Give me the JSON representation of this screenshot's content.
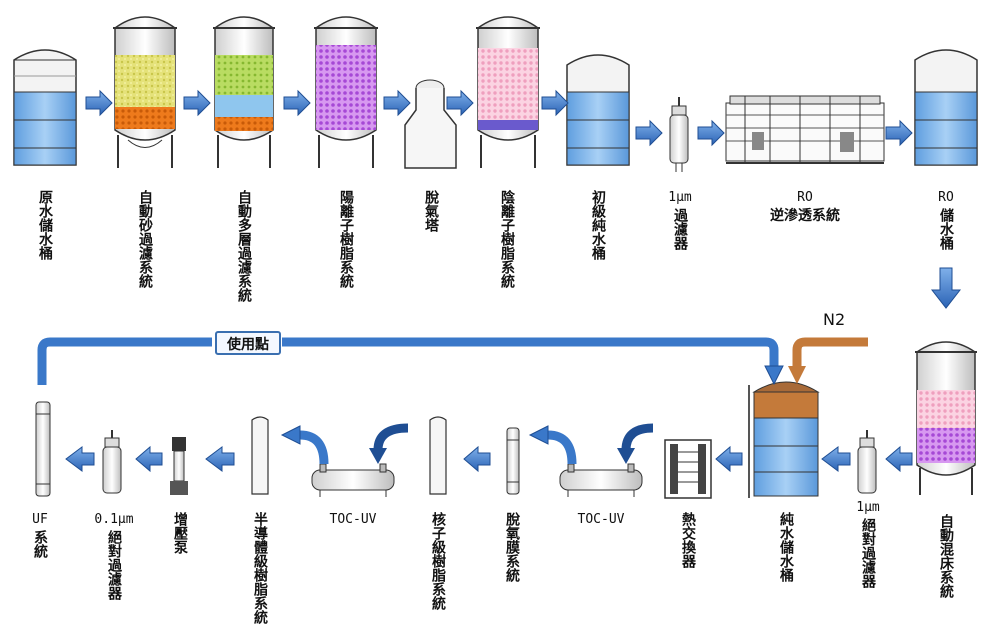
{
  "colors": {
    "arrow_blue": "#3a78c9",
    "arrow_dark": "#1f4e93",
    "water_blue": "#7fb3e8",
    "sand_yellow": "#e7e46a",
    "gravel_orange": "#f07a1e",
    "cation_purple": "#b35be0",
    "anion_pink": "#f4b8cf",
    "n2_brown": "#c47a3a",
    "tank_dome": "#a86a38"
  },
  "top_row": {
    "raw_tank": "原水儲水桶",
    "sand_filter": "自動砂過濾系統",
    "multi_filter": "自動多層過濾系統",
    "cation": "陽離子樹脂系統",
    "degasser": "脫氣塔",
    "anion": "陰離子樹脂系統",
    "primary_tank": "初級純水桶",
    "micron_filter_1_top": "1μm",
    "micron_filter_1_bottom": "過濾器",
    "ro_system_top": "RO",
    "ro_system_bottom": "逆滲透系統",
    "ro_tank_top": "RO",
    "ro_tank_bottom": "儲水桶"
  },
  "bottom_row": {
    "mixed_bed": "自動混床系統",
    "abs_filter_1_top": "1μm",
    "abs_filter_1_bottom": "絕對過濾器",
    "pure_tank": "純水儲水桶",
    "heat_exchanger": "熱交換器",
    "toc_uv_1": "TOC-UV",
    "degas_membrane": "脫氧膜系統",
    "nuclear_resin": "核子級樹脂系統",
    "toc_uv_2": "TOC-UV",
    "semi_resin": "半導體級樹脂系統",
    "booster_pump": "增壓泵",
    "abs_filter_2_top": "0.1μm",
    "abs_filter_2_bottom": "絕對過濾器",
    "uf_top": "UF",
    "uf_bottom": "系統"
  },
  "use_point": "使用點",
  "n2": "N2"
}
